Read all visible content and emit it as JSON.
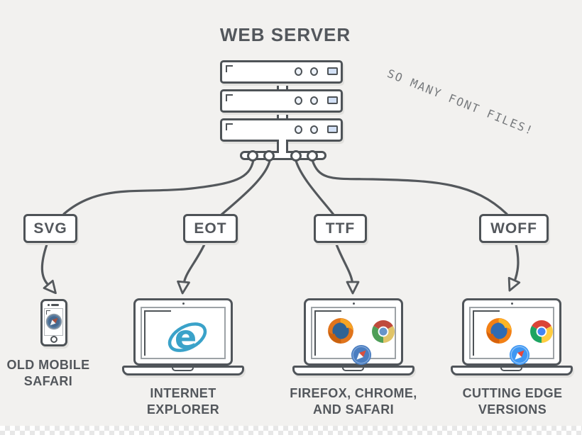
{
  "title": "WEB SERVER",
  "note": "SO MANY FONT FILES!",
  "server": {
    "description": "web server rack",
    "unit_count": 3
  },
  "formats": [
    {
      "label": "SVG"
    },
    {
      "label": "EOT"
    },
    {
      "label": "TTF"
    },
    {
      "label": "WOFF"
    }
  ],
  "clients": [
    {
      "caption": "OLD MOBILE\nSAFARI",
      "device": "smartphone",
      "icons": [
        "safari-classic-icon"
      ]
    },
    {
      "caption": "INTERNET\nEXPLORER",
      "device": "laptop",
      "icons": [
        "internet-explorer-icon"
      ]
    },
    {
      "caption": "FIREFOX, CHROME,\nAND SAFARI",
      "device": "laptop",
      "icons": [
        "firefox-icon",
        "chrome-icon",
        "safari-icon"
      ]
    },
    {
      "caption": "CUTTING EDGE\nVERSIONS",
      "device": "laptop",
      "icons": [
        "firefox-icon",
        "chrome-icon",
        "safari-icon"
      ]
    }
  ],
  "icons": {
    "ie_letter": "e"
  },
  "colors": {
    "background": "#f2f1ef",
    "stroke": "#4e5357",
    "text": "#53575c",
    "note_text": "#76797c",
    "panel_blue": "#d3e1f6",
    "ie_blue": "#3aa2c9"
  }
}
